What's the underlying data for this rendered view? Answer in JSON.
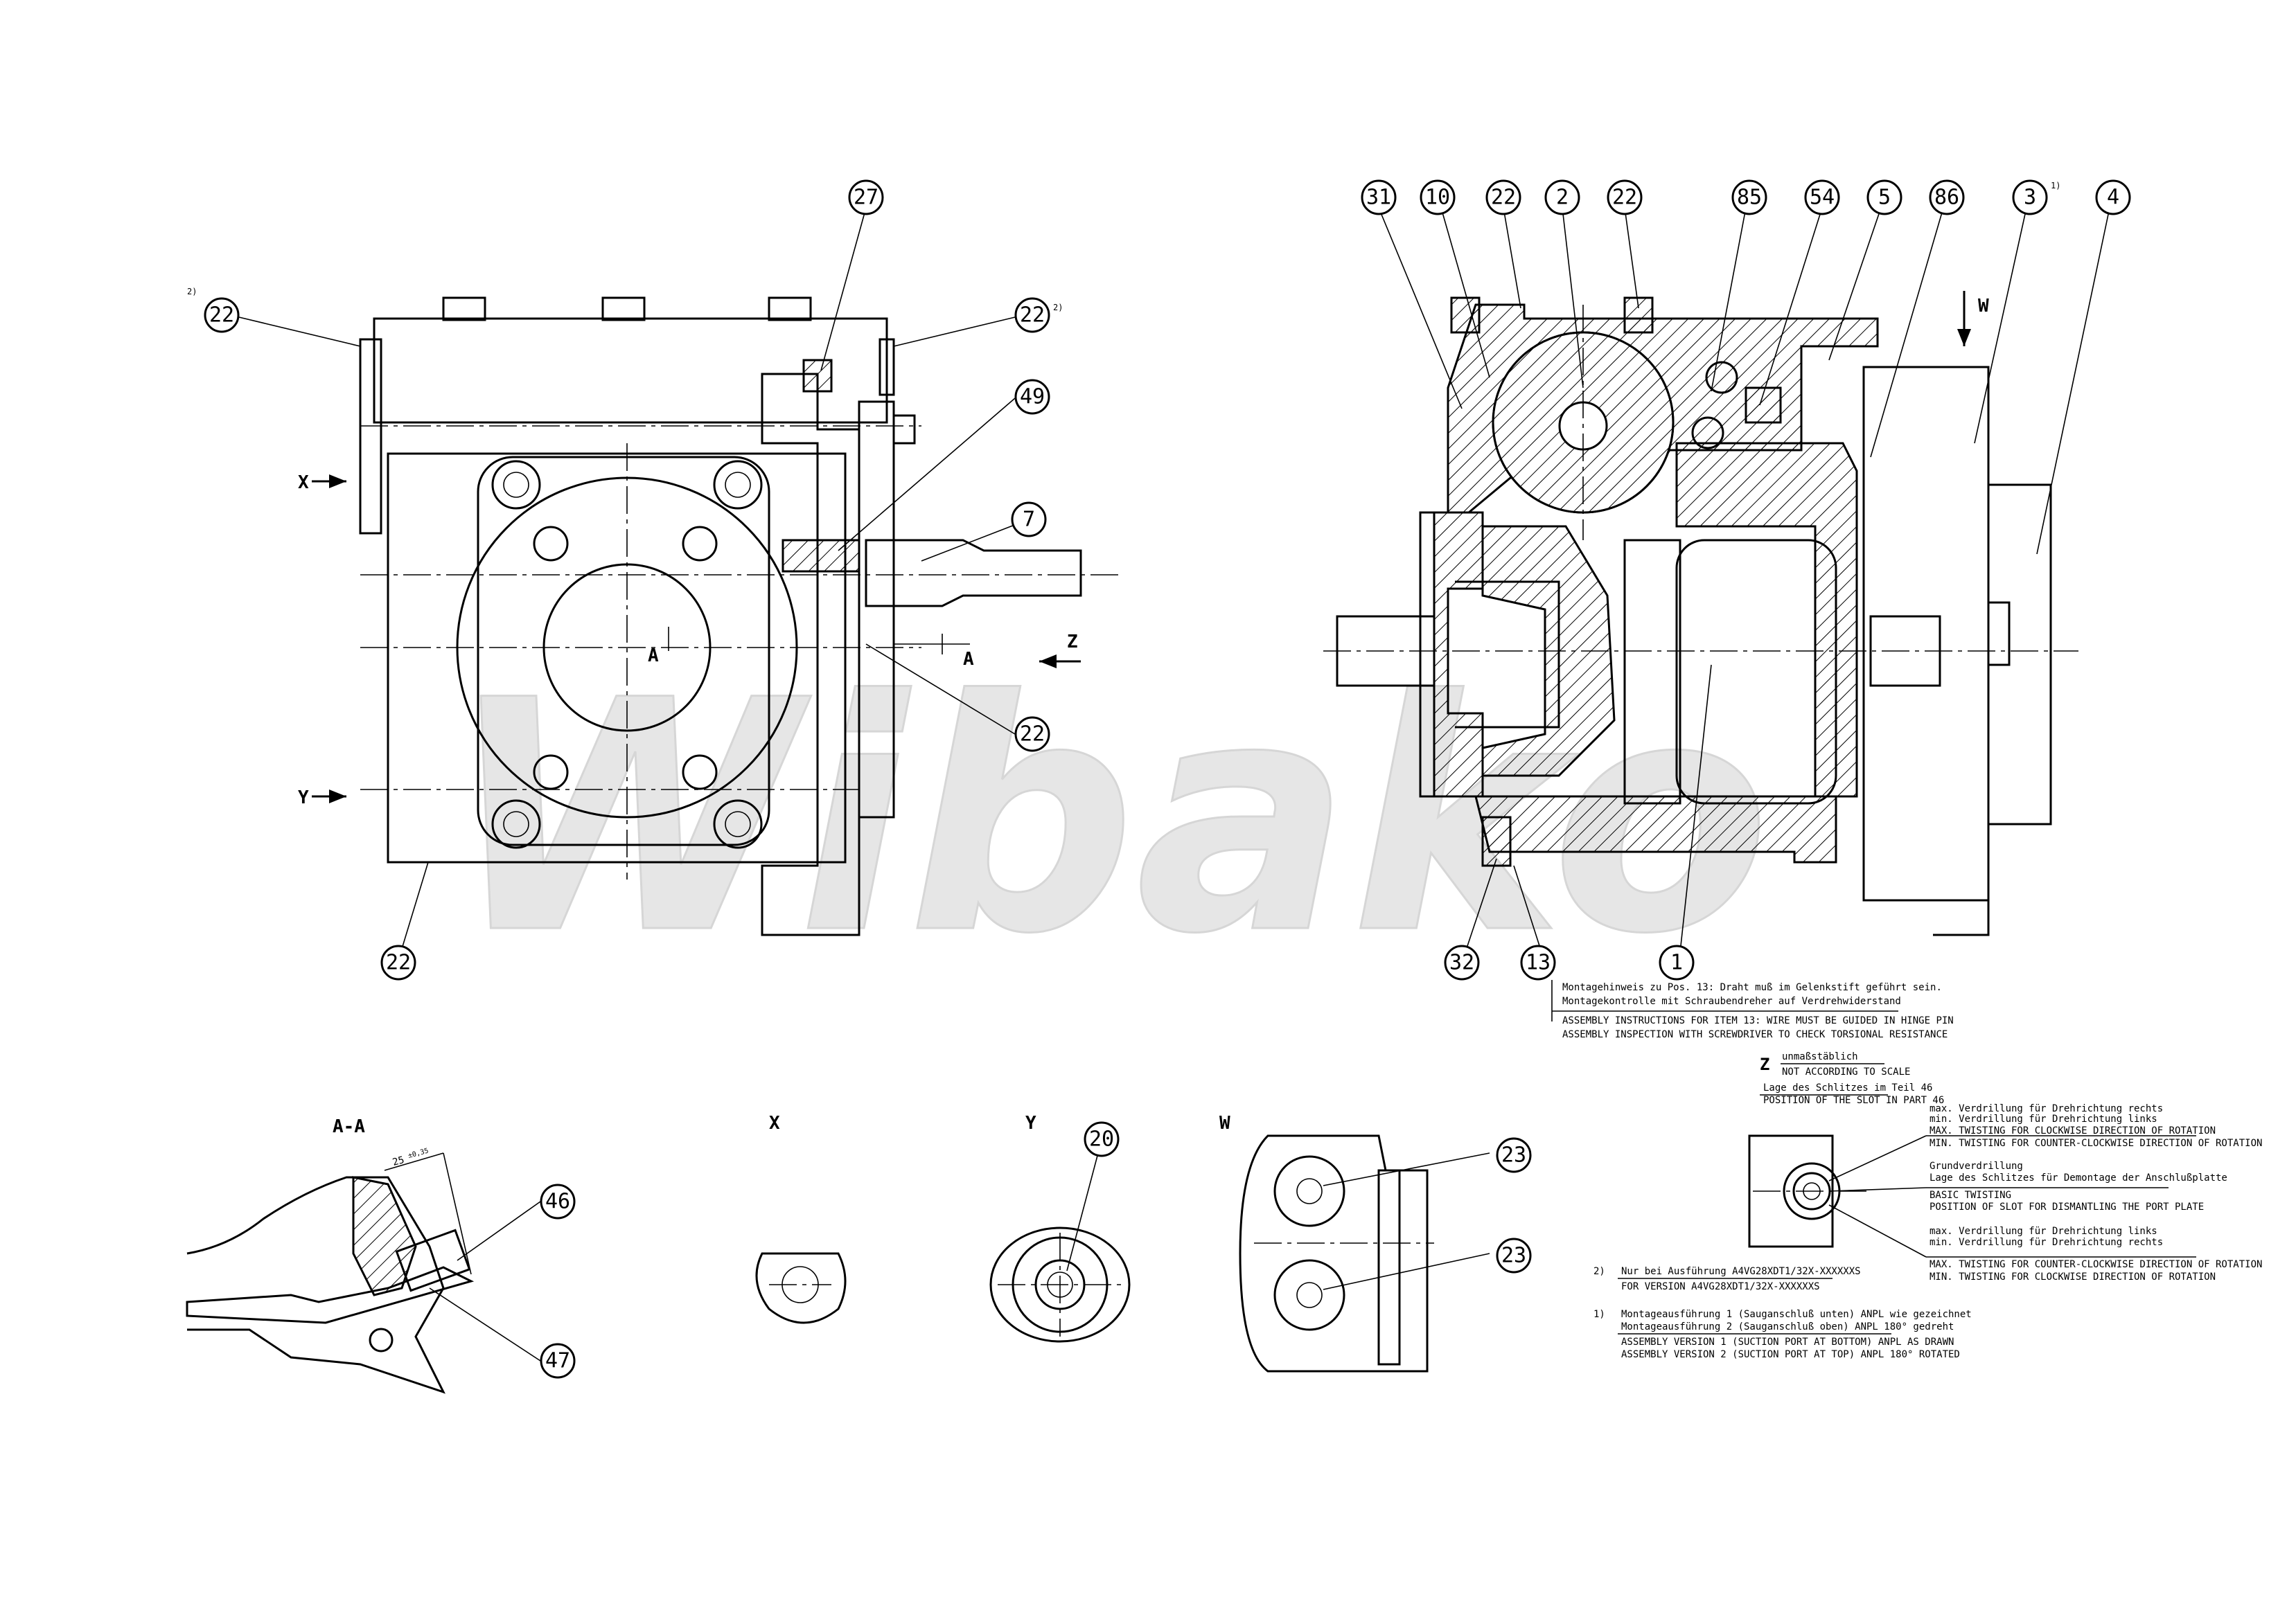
{
  "watermark": "Wibako",
  "balloons": {
    "b27": "27",
    "b22_top_left": "22",
    "b22_top_right": "22",
    "b49": "49",
    "b7": "7",
    "b22_mid": "22",
    "b22_bottom": "22",
    "b31": "31",
    "b10": "10",
    "b22_a": "22",
    "b2": "2",
    "b22_b": "22",
    "b85": "85",
    "b54": "54",
    "b5": "5",
    "b86": "86",
    "b3": "3",
    "b4": "4",
    "b32": "32",
    "b13": "13",
    "b1": "1",
    "b46": "46",
    "b47": "47",
    "b20": "20",
    "b23_top": "23",
    "b23_bottom": "23"
  },
  "superscripts": {
    "s2_left": "2)",
    "s2_right": "2)",
    "s1": "1)"
  },
  "view_labels": {
    "x_arrow": "X",
    "y_arrow": "Y",
    "a_mark": "A",
    "a_mark2": "A",
    "z_arrow": "Z",
    "w_arrow": "W",
    "section_aa": "A-A",
    "view_x": "X",
    "view_y": "Y",
    "view_w": "W"
  },
  "dimension": {
    "value": "25",
    "tolerance": "±0,35"
  },
  "notes": {
    "assembly_de_1": "Montagehinweis zu Pos. 13: Draht muß im Gelenkstift geführt sein.",
    "assembly_de_2": "Montagekontrolle mit Schraubendreher auf Verdrehwiderstand",
    "assembly_en_1": "ASSEMBLY INSTRUCTIONS FOR ITEM 13: WIRE MUST BE GUIDED IN HINGE PIN",
    "assembly_en_2": "ASSEMBLY INSPECTION WITH SCREWDRIVER TO CHECK TORSIONAL RESISTANCE",
    "z_letter": "Z",
    "z_de": "unmaßstäblich",
    "z_en": "NOT ACCORDING TO SCALE",
    "slot_de": "Lage des Schlitzes im Teil 46",
    "slot_en": "POSITION OF THE SLOT IN PART 46",
    "tw1_de_1": "max. Verdrillung für Drehrichtung rechts",
    "tw1_de_2": "min. Verdrillung für Drehrichtung links",
    "tw1_en_1": "MAX. TWISTING FOR CLOCKWISE DIRECTION OF ROTATION",
    "tw1_en_2": "MIN. TWISTING FOR COUNTER-CLOCKWISE DIRECTION OF ROTATION",
    "tw2_de_1": "Grundverdrillung",
    "tw2_de_2": "Lage des Schlitzes für Demontage der Anschlußplatte",
    "tw2_en_1": "BASIC TWISTING",
    "tw2_en_2": "POSITION OF SLOT FOR DISMANTLING THE PORT PLATE",
    "tw3_de_1": "max. Verdrillung für Drehrichtung links",
    "tw3_de_2": "min. Verdrillung für Drehrichtung rechts",
    "tw3_en_1": "MAX. TWISTING FOR COUNTER-CLOCKWISE DIRECTION OF ROTATION",
    "tw3_en_2": "MIN. TWISTING FOR CLOCKWISE DIRECTION OF ROTATION",
    "fn2_num": "2)",
    "fn2_de": "Nur bei Ausführung A4VG28XDT1/32X-XXXXXXS",
    "fn2_en": "FOR VERSION A4VG28XDT1/32X-XXXXXXS",
    "fn1_num": "1)",
    "fn1_de_1": "Montageausführung 1 (Sauganschluß unten) ANPL wie gezeichnet",
    "fn1_de_2": "Montageausführung 2 (Sauganschluß oben) ANPL 180° gedreht",
    "fn1_en_1": "ASSEMBLY VERSION 1 (SUCTION PORT AT BOTTOM) ANPL AS DRAWN",
    "fn1_en_2": "ASSEMBLY VERSION 2 (SUCTION PORT AT TOP) ANPL 180° ROTATED"
  }
}
